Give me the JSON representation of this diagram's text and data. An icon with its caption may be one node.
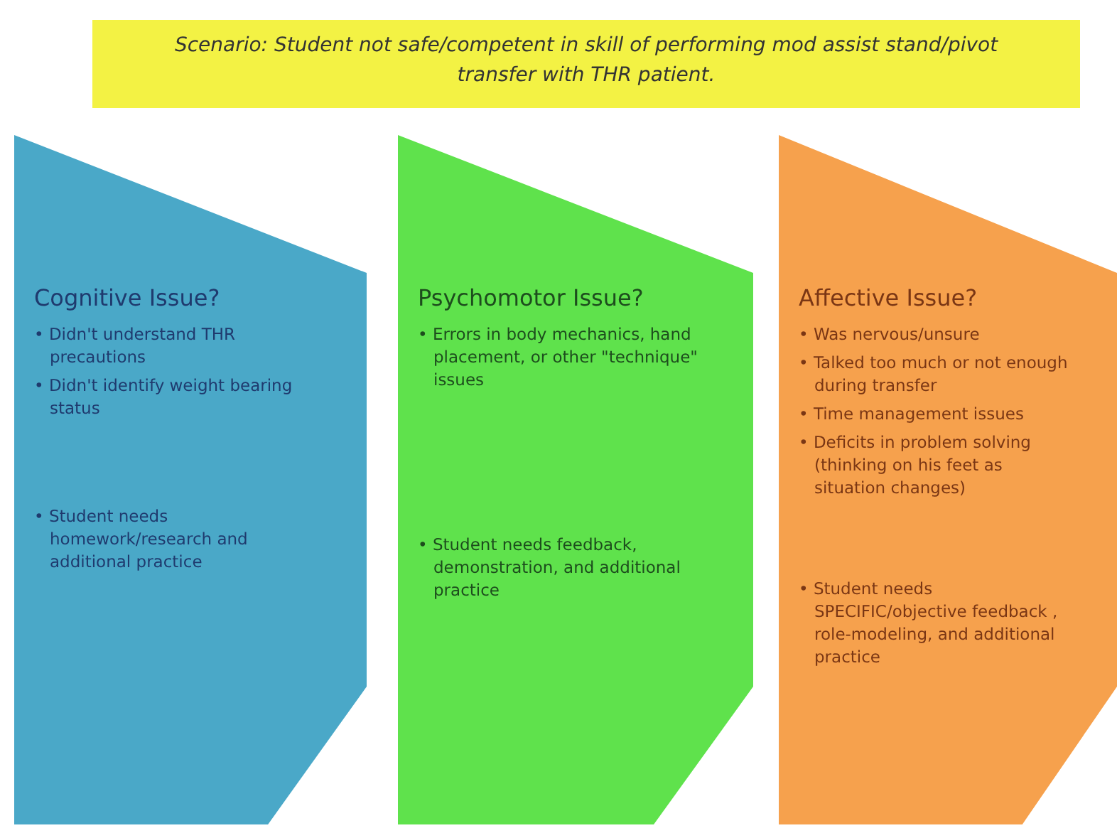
{
  "diagram": {
    "nodes": [
      {
        "text": [
          "Scenario:  Student not safe/competent in skill of performing mod assist stand/pivot transfer with THR patient."
        ]
      },
      {
        "text": [
          "Cognitive Issue?",
          "• Didn't understand THR precautions",
          "• Didn't identify weight bearing status",
          "• Student needs homework/research and additional practice"
        ]
      },
      {
        "text": [
          "Psychomotor  Issue?",
          "• Errors in body mechanics, hand placement, or other \"technique\" issues",
          "• Student needs feedback, demonstration,  and additional practice"
        ]
      },
      {
        "text": [
          "Affective Issue?",
          "• Was nervous/unsure",
          "• Talked too much or not enough during transfer",
          "• Time management  issues",
          "• Deficits in problem solving (thinking on his feet as situation changes)",
          "• Student needs SPECIFIC/objective feedback , role-modeling, and additional practice"
        ]
      }
    ]
  }
}
